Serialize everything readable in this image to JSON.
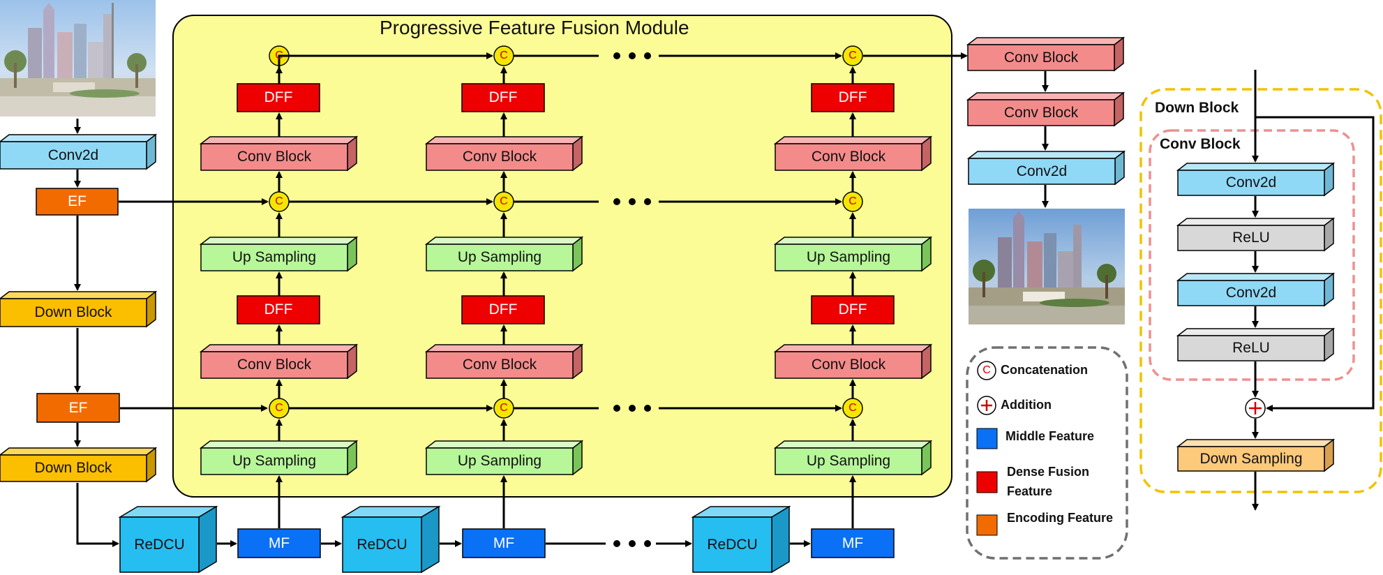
{
  "module_title": "Progressive Feature Fusion Module",
  "labels": {
    "conv2d": "Conv2d",
    "ef": "EF",
    "down_block": "Down Block",
    "redcu": "ReDCU",
    "mf": "MF",
    "up_sampling": "Up Sampling",
    "conv_block": "Conv Block",
    "dff": "DFF",
    "relu": "ReLU",
    "down_sampling": "Down Sampling",
    "concat_symbol": "C",
    "add_symbol": "+",
    "ellipsis": "• • •"
  },
  "detail_panel": {
    "down_block_title": "Down Block",
    "conv_block_title": "Conv Block"
  },
  "legend": {
    "concatenation": "Concatenation",
    "addition": "Addition",
    "middle_feature": "Middle Feature",
    "dense_fusion_line1": "Dense Fusion",
    "dense_fusion_line2": "Feature",
    "encoding_feature": "Encoding Feature"
  },
  "colors": {
    "module_bg": "#fcfc96",
    "conv2d": "#8fd9f6",
    "ef": "#f26b00",
    "down_block": "#fcbf00",
    "redcu": "#26bdf0",
    "mf": "#0a70f5",
    "up_sampling": "#b7f799",
    "conv_block": "#f48b8b",
    "dff": "#ee0000",
    "relu": "#d8d8d8",
    "down_sampling": "#fdc97a",
    "dash_orange": "#f2c200",
    "dash_pink": "#ee9090",
    "dash_gray": "#707070",
    "concat_node": "#f4e600"
  }
}
